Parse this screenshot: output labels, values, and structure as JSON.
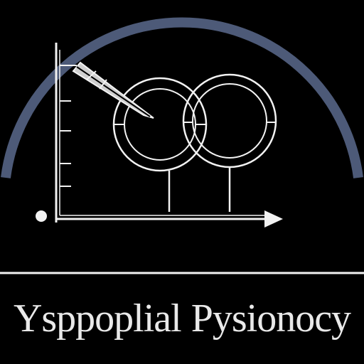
{
  "caption": {
    "word1": "Ysppoplial",
    "word2": "Pysionocy"
  },
  "icons": [
    "arc-icon",
    "axes-icon",
    "ring-left-icon",
    "ring-right-icon",
    "pencil-icon",
    "divider-line"
  ],
  "colors": {
    "background": "#000000",
    "arc": "#4d5a78",
    "lines": "#f2f2f2",
    "text": "#e9e9e9"
  }
}
